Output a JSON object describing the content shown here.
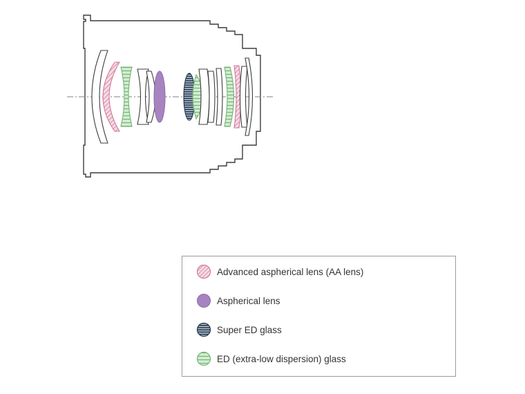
{
  "colors": {
    "outline": "#3c3c3c",
    "axis": "#808080",
    "aa_lens": "#d0789a",
    "aa_lens_fill": "#f6dbe5",
    "aspherical": "#a784c0",
    "super_ed": "#1e3550",
    "super_ed_fill": "#c7ced6",
    "ed": "#73b573",
    "ed_fill": "#d4ecd4",
    "plain_glass": "#ffffff"
  },
  "legend": {
    "items": [
      {
        "key": "aa",
        "label": "Advanced aspherical lens (AA lens)",
        "icon": "aa-lens-swatch"
      },
      {
        "key": "asph",
        "label": "Aspherical lens",
        "icon": "aspherical-swatch"
      },
      {
        "key": "sed",
        "label": "Super ED glass",
        "icon": "super-ed-swatch"
      },
      {
        "key": "ed",
        "label": "ED (extra-low dispersion) glass",
        "icon": "ed-swatch"
      }
    ]
  }
}
